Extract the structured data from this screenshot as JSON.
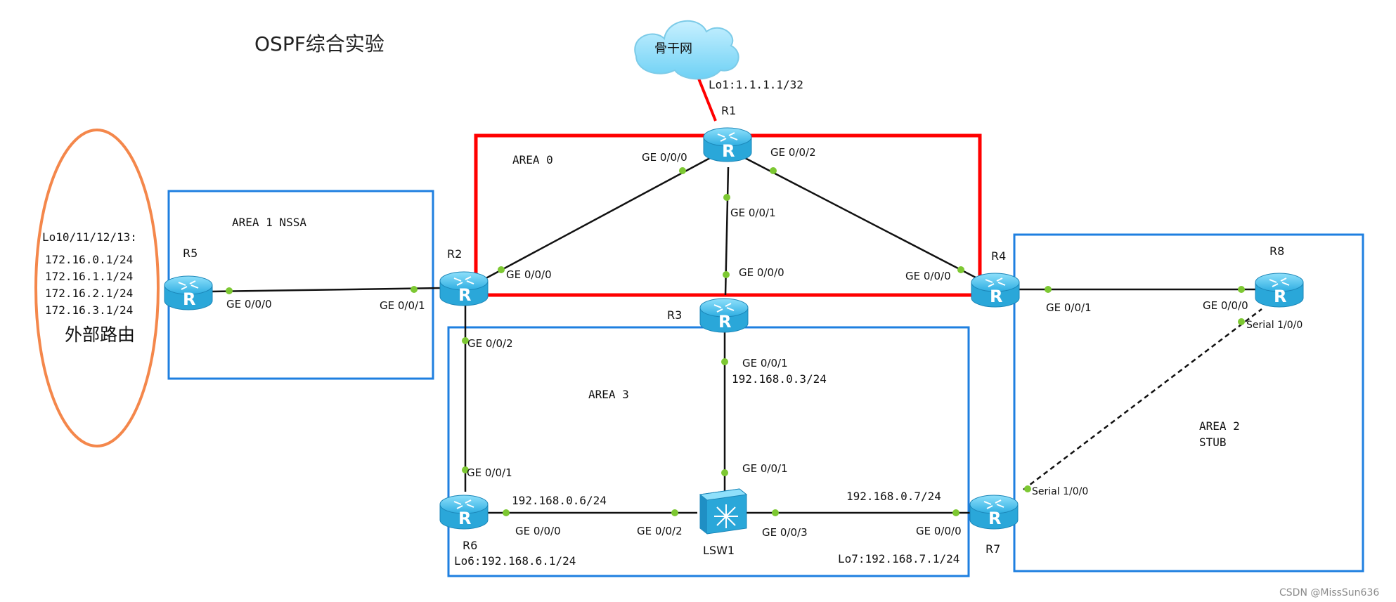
{
  "title": "OSPF综合实验",
  "watermark": "CSDN @MissSun636",
  "cloud": {
    "label": "骨干网",
    "loopback": "Lo1:1.1.1.1/32"
  },
  "external": {
    "loopbacks_header": "Lo10/11/12/13:",
    "networks": [
      "172.16.0.1/24",
      "172.16.1.1/24",
      "172.16.2.1/24",
      "172.16.3.1/24"
    ],
    "caption": "外部路由"
  },
  "areas": {
    "area0": "AREA 0",
    "area1": "AREA 1  NSSA",
    "area3": "AREA 3",
    "area2_line1": "AREA 2",
    "area2_line2": "STUB"
  },
  "devices": {
    "r1": "R1",
    "r2": "R2",
    "r3": "R3",
    "r4": "R4",
    "r5": "R5",
    "r6": "R6",
    "r7": "R7",
    "r8": "R8",
    "lsw1": "LSW1",
    "router_glyph": "R"
  },
  "interfaces": {
    "r1_ge000": "GE 0/0/0",
    "r1_ge001": "GE 0/0/1",
    "r1_ge002": "GE 0/0/2",
    "r2_ge000": "GE 0/0/0",
    "r2_ge001": "GE 0/0/1",
    "r2_ge002": "GE 0/0/2",
    "r3_ge000": "GE 0/0/0",
    "r3_ge001": "GE 0/0/1",
    "r3_ip": "192.168.0.3/24",
    "r4_ge000": "GE 0/0/0",
    "r4_ge001": "GE 0/0/1",
    "r5_ge000": "GE 0/0/0",
    "r6_ge001": "GE 0/0/1",
    "r6_ge000": "GE 0/0/0",
    "r6_ip": "192.168.0.6/24",
    "r6_lo": "Lo6:192.168.6.1/24",
    "lsw_ge001": "GE 0/0/1",
    "lsw_ge002": "GE 0/0/2",
    "lsw_ge003": "GE 0/0/3",
    "r7_ge000": "GE 0/0/0",
    "r7_ip": "192.168.0.7/24",
    "r7_lo": "Lo7:192.168.7.1/24",
    "r7_serial": "Serial 1/0/0",
    "r8_ge000": "GE 0/0/0",
    "r8_serial": "Serial 1/0/0"
  },
  "colors": {
    "area0_border": "#ff0000",
    "area_border": "#1e7fe0",
    "external_ellipse": "#f4874b",
    "cloud_link": "#ff0000",
    "port_dot": "#7dc832",
    "router_fill": "#56c7ee"
  }
}
